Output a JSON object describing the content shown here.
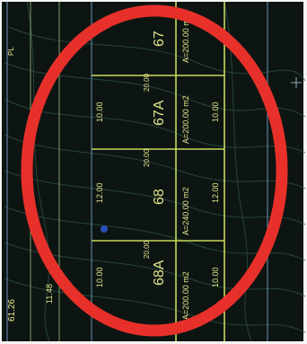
{
  "plan": {
    "left_edge_labels": [
      "PL",
      "61.26",
      "11.48"
    ],
    "lots": [
      {
        "id": "67",
        "area": "A=200.00 m2",
        "side_dimension": "",
        "top_dimension": ""
      },
      {
        "id": "67A",
        "area": "A=200.00 m2",
        "side_dimension": "10.00",
        "top_dimension": "20.00"
      },
      {
        "id": "68",
        "area": "A=240.00 m2",
        "side_dimension": "12.00",
        "top_dimension": "20.00"
      },
      {
        "id": "68A",
        "area": "A=200.00 m2",
        "side_dimension": "10.00",
        "top_dimension": "20.00"
      }
    ],
    "highlight_color": "#e8302a",
    "background_color": "#0d1512",
    "lot_line_color": "#c9d85a",
    "text_color": "#e2e48a"
  }
}
